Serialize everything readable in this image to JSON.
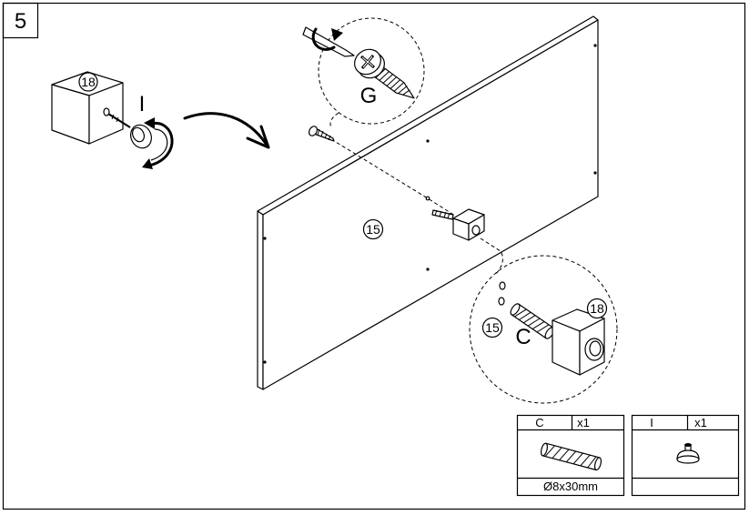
{
  "step_number": "5",
  "labels": {
    "cube_part": "18",
    "cap_part": "I",
    "screw_part": "G",
    "panel_part": "15",
    "detail_panel_part": "15",
    "dowel_part": "C",
    "detail_cube_part": "18"
  },
  "parts_list": [
    {
      "letter": "C",
      "quantity": "x1",
      "size": "Ø8x30mm",
      "icon": "dowel-icon"
    },
    {
      "letter": "I",
      "quantity": "x1",
      "icon": "cap-icon"
    }
  ],
  "colors": {
    "line": "#000000",
    "background": "#ffffff"
  }
}
